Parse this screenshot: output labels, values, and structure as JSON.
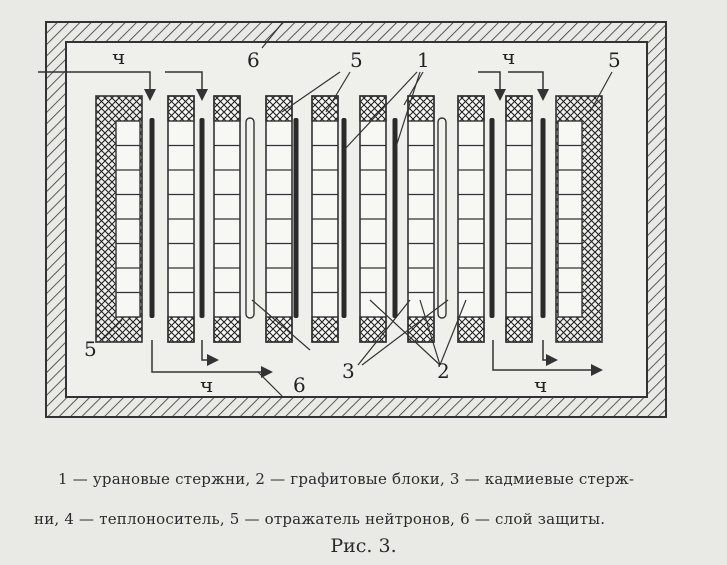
{
  "diagram": {
    "labels": {
      "coolant_in_left": "ч",
      "coolant_in_right": "ч",
      "coolant_out_left": "ч",
      "coolant_out_right": "ч",
      "shield_top": "6",
      "shield_bottom": "6",
      "reflector_top": "5",
      "reflector_top_right": "5",
      "reflector_bottom_left": "5",
      "uranium_rods": "1",
      "cadmium_rods": "3",
      "graphite_blocks": "2"
    }
  },
  "caption": {
    "line1": "1 — урановые стержни, 2 — графитовые блоки, 3 — кадмиевые стерж-",
    "line2": "ни, 4 — теплоноситель, 5 — отражатель нейтронов, 6 — слой защиты.",
    "figure": "Рис. 3."
  }
}
